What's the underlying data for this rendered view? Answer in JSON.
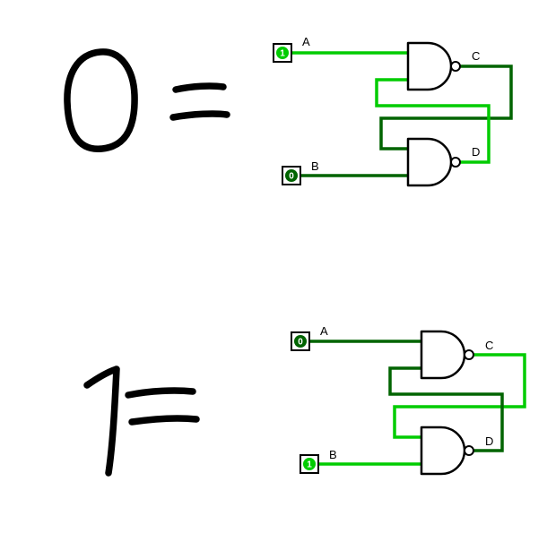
{
  "colors": {
    "signal_high": "#00cc00",
    "signal_low": "#006400",
    "component_stroke": "#000000",
    "ink": "#000000",
    "background": "#ffffff"
  },
  "circuits": [
    {
      "annotation": "0 =",
      "inputs": [
        {
          "label": "A",
          "value": "1",
          "color": "#00cc00"
        },
        {
          "label": "B",
          "value": "0",
          "color": "#006400"
        }
      ],
      "outputs": [
        {
          "label": "C",
          "color": "#006400"
        },
        {
          "label": "D",
          "color": "#00cc00"
        }
      ]
    },
    {
      "annotation": "1 =",
      "inputs": [
        {
          "label": "A",
          "value": "0",
          "color": "#006400"
        },
        {
          "label": "B",
          "value": "1",
          "color": "#00cc00"
        }
      ],
      "outputs": [
        {
          "label": "C",
          "color": "#00cc00"
        },
        {
          "label": "D",
          "color": "#006400"
        }
      ]
    }
  ]
}
